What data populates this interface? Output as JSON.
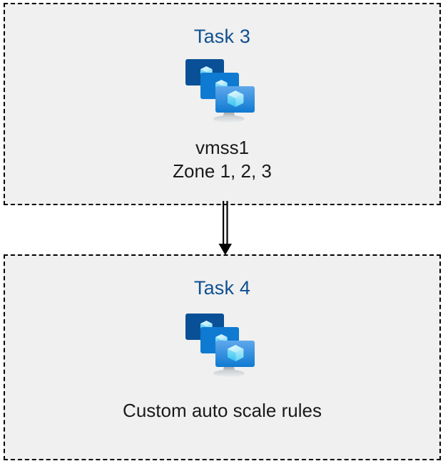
{
  "diagram": {
    "type": "flow",
    "title": "",
    "background_color": "#ffffff",
    "box_fill_color": "#f0f0f0",
    "box_border_color": "#000000",
    "box_border_style": "dashed",
    "title_color": "#0f5090",
    "caption_color": "#1a1a1a",
    "nodes": [
      {
        "id": "task-3",
        "title": "Task 3",
        "icon": "azure-virtual-machine-scale-set-icon",
        "caption_line_1": "vmss1",
        "caption_line_2": "Zone 1, 2, 3"
      },
      {
        "id": "task-4",
        "title": "Task 4",
        "icon": "azure-virtual-machine-scale-set-icon",
        "caption_line_1": "Custom auto scale rules",
        "caption_line_2": ""
      }
    ],
    "connector": {
      "from": "task-3",
      "to": "task-4",
      "style": "double-line",
      "arrowhead": "filled-triangle",
      "color": "#000000",
      "label": ""
    }
  },
  "icon_colors": {
    "monitor_back": "#0a5096",
    "monitor_mid": "#0f7ad1",
    "monitor_front_top": "#4d9ee8",
    "monitor_front_bottom": "#0f7ad1",
    "cube_light": "#c8f0fb",
    "cube_mid": "#6fdcf7",
    "cube_dark": "#32c5f4",
    "stand_gray": "#9aa0a4"
  }
}
